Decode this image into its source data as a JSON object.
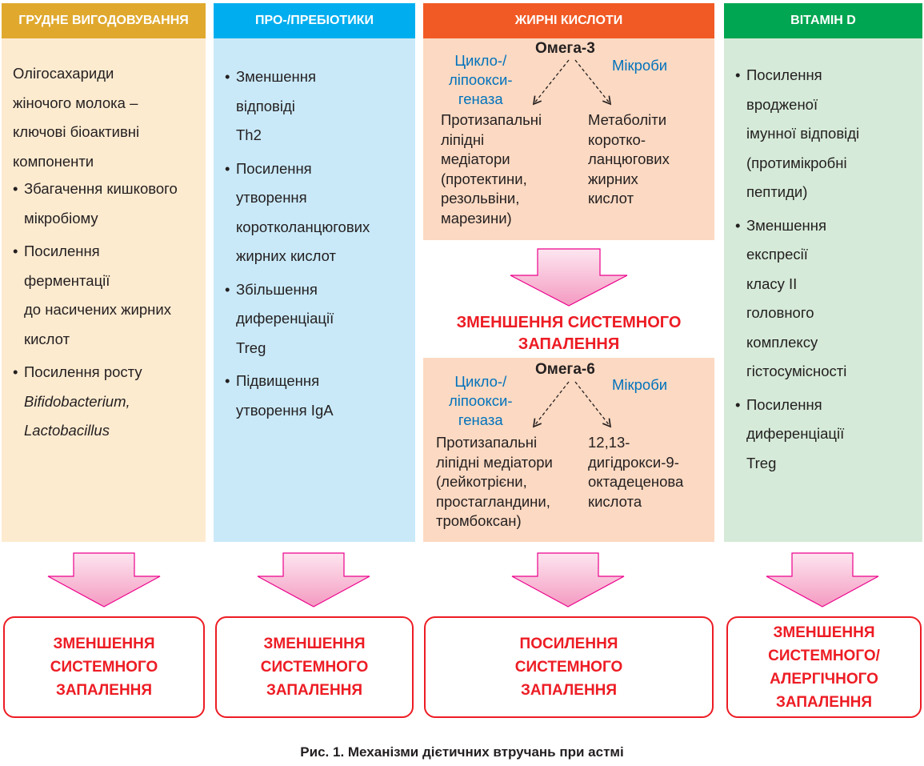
{
  "colors": {
    "breast": "#e0a92e",
    "probiotic": "#00aeef",
    "fatty": "#f15a24",
    "vitd": "#00a651",
    "outcome": "#ed1c24",
    "blue_text": "#0072bc"
  },
  "columns": [
    {
      "header": "ГРУДНЕ ВИГОДОВУВАННЯ",
      "intro": "Олігосахариди\nжіночого молока –\nключові біоактивні\nкомпоненти",
      "bullets": [
        "Збагачення кишкового\nмікробіому",
        "Посилення\nферментації\nдо насичених жирних\nкислот",
        "Посилення росту"
      ],
      "italic": "Bifidobacterium,\nLactobacillus",
      "outcome": "ЗМЕНШЕННЯ\nСИСТЕМНОГО\nЗАПАЛЕННЯ"
    },
    {
      "header": "ПРО-/ПРЕБІОТИКИ",
      "bullets": [
        "Зменшення\nвідповіді\nTh2",
        "Посилення\nутворення\nкоротколанцюгових\nжирних кислот",
        "Збільшення\nдиференціації\nTreg",
        "Підвищення\nутворення IgA"
      ],
      "outcome": "ЗМЕНШЕННЯ\nСИСТЕМНОГО\nЗАПАЛЕННЯ"
    },
    {
      "header": "ЖИРНІ КИСЛОТИ",
      "omega3": {
        "title": "Омега-3",
        "left_label": "Цикло-/\nліпоокси-\nгеназа",
        "right_label": "Мікроби",
        "left_result": "Протизапальні\nліпідні\nмедіатори\n(протектини,\nрезольвіни,\nмарезини)",
        "right_result": "Метаболіти\nкоротко-\nланцюгових\nжирних\nкислот"
      },
      "middle": "ЗМЕНШЕННЯ СИСТЕМНОГО\nЗАПАЛЕННЯ",
      "omega6": {
        "title": "Омега-6",
        "left_label": "Цикло-/\nліпоокси-\nгеназа",
        "right_label": "Мікроби",
        "left_result": "Протизапальні\nліпідні медіатори\n(лейкотрієни,\nпростагландини,\nтромбоксан)",
        "right_result": "12,13-\nдигідрокси-9-\nоктадеценова\nкислота"
      },
      "outcome": "ПОСИЛЕННЯ\nСИСТЕМНОГО\nЗАПАЛЕННЯ"
    },
    {
      "header": "ВІТАМІН D",
      "bullets": [
        "Посилення\nвродженої\nімунної відповіді\n(протимікробні\nпептиди)",
        "Зменшення\nекспресії\nкласу II\nголовного\nкомплексу\nгістосумісності",
        "Посилення\nдиференціації\nTreg"
      ],
      "outcome": "ЗМЕНШЕННЯ\nСИСТЕМНОГО/\nАЛЕРГІЧНОГО\nЗАПАЛЕННЯ"
    }
  ],
  "caption": "Рис. 1. Механізми дієтичних втручань при астмі"
}
